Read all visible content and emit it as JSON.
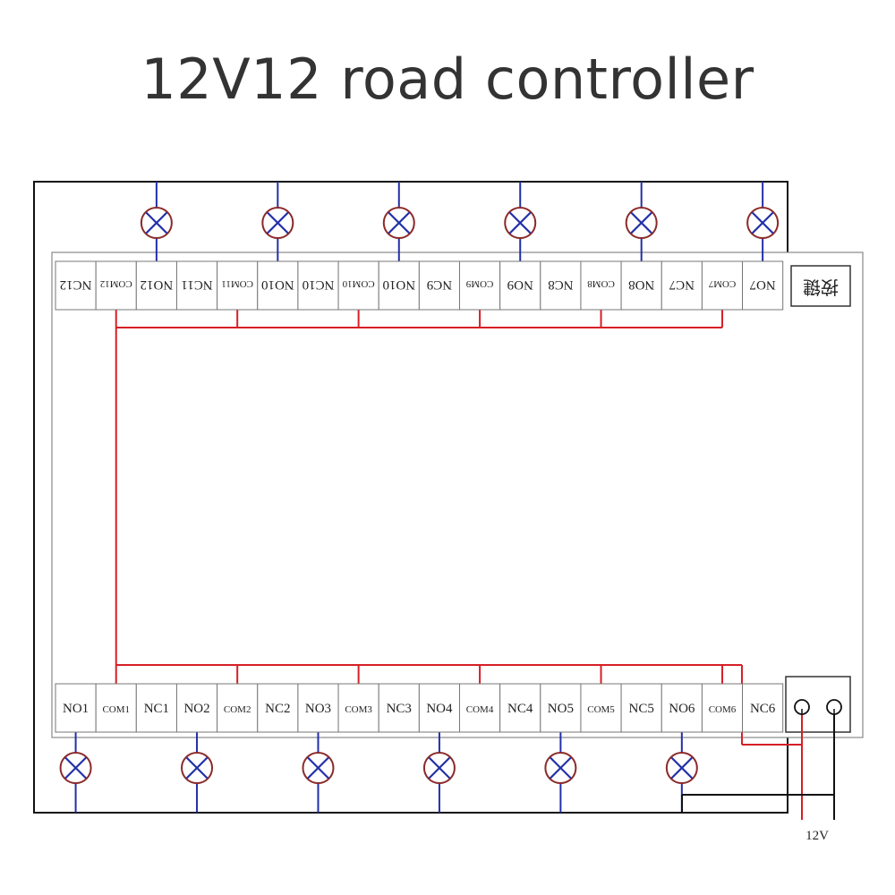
{
  "title": "12V12 road controller",
  "colors": {
    "wire_red": "#d61f26",
    "wire_blue": "#2230a8",
    "outline": "#111111",
    "lamp": "#8b2a2a"
  },
  "top_terminals": [
    "NC12",
    "COM12",
    "NO12",
    "NC11",
    "COM11",
    "NO10",
    "NC10",
    "COM10",
    "NO10",
    "NC9",
    "COM9",
    "NO9",
    "NC8",
    "COM8",
    "NO8",
    "NC7",
    "COM7",
    "NO7"
  ],
  "bottom_terminals": [
    "NO1",
    "COM1",
    "NC1",
    "NO2",
    "COM2",
    "NC2",
    "NO3",
    "COM3",
    "NC3",
    "NO4",
    "COM4",
    "NC4",
    "NO5",
    "COM5",
    "NC5",
    "NO6",
    "COM6",
    "NC6"
  ],
  "key_label": "按键",
  "voltage_label": "12V",
  "icons": {
    "lamp": "lamp-icon",
    "power_jack": "power-jack-icon"
  }
}
